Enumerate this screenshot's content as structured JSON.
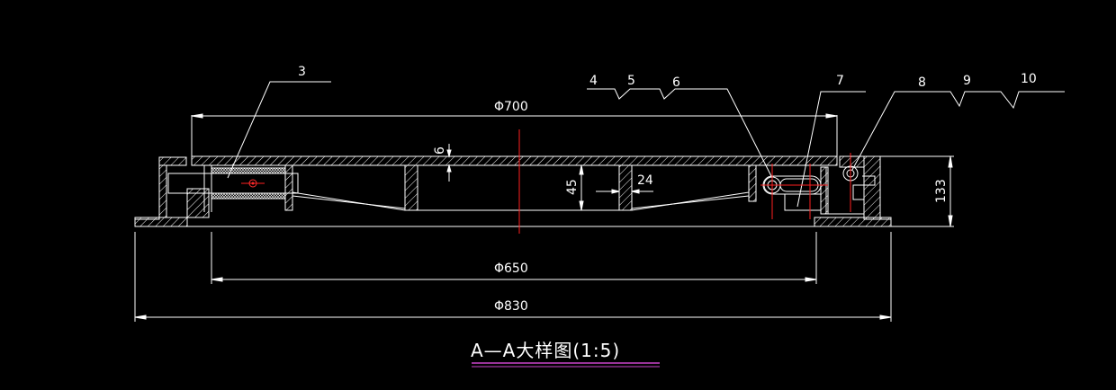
{
  "colors": {
    "background": "#000000",
    "lines": "#ffffff",
    "centerline": "#ff2020",
    "title_underline": "#cc44cc"
  },
  "callouts": {
    "c3": "3",
    "c4": "4",
    "c5": "5",
    "c6": "6",
    "c7": "7",
    "c8": "8",
    "c9": "9",
    "c10": "10"
  },
  "dimensions": {
    "d700": "Φ700",
    "d650": "Φ650",
    "d830": "Φ830",
    "d6": "6",
    "d45": "45",
    "d24": "24",
    "d133": "133"
  },
  "title": "A—A大样图(1:5)"
}
